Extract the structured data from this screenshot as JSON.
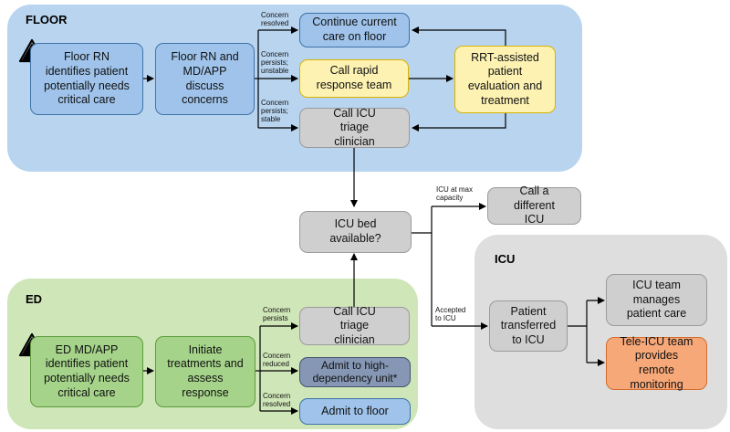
{
  "regions": {
    "floor": {
      "title": "FLOOR",
      "color": "#b8d4ef"
    },
    "ed": {
      "title": "ED",
      "color": "#cfe6b8"
    },
    "icu": {
      "title": "ICU",
      "color": "#dedede"
    }
  },
  "nodes": {
    "floor_rn": "Floor RN identifies patient potentially needs critical care",
    "floor_discuss": "Floor RN and MD/APP discuss concerns",
    "continue_care": "Continue current care on floor",
    "call_rrt": "Call rapid response team",
    "rrt_eval": "RRT-assisted patient evaluation and treatment",
    "call_icu_triage_floor": "Call ICU triage clinician",
    "icu_bed": "ICU bed available?",
    "call_different_icu": "Call a different ICU",
    "ed_md": "ED MD/APP identifies patient potentially needs critical care",
    "initiate": "Initiate treatments and assess response",
    "call_icu_triage_ed": "Call ICU triage clinician",
    "admit_hdu": "Admit to high-dependency unit*",
    "admit_floor": "Admit to floor",
    "transferred": "Patient transferred to ICU",
    "icu_team": "ICU team manages patient care",
    "tele_icu": "Tele-ICU team provides remote monitoring"
  },
  "edge_labels": {
    "concern_resolved_floor": "Concern resolved",
    "concern_unstable": "Concern persists; unstable",
    "concern_stable": "Concern persists; stable",
    "icu_max": "ICU at max capacity",
    "accepted": "Accepted to ICU",
    "ed_persists": "Concern persists",
    "ed_reduced": "Concern reduced",
    "ed_resolved": "Concern resolved"
  },
  "icons": {
    "warning": "warning-triangle-icon"
  },
  "colors": {
    "arrow": "#000000"
  }
}
